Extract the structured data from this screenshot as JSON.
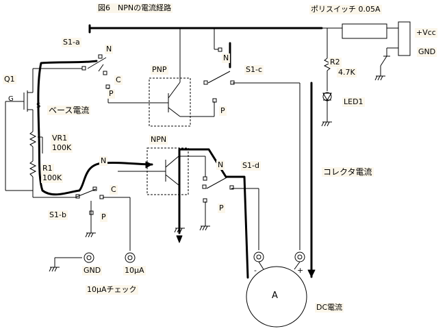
{
  "diagram": {
    "title": "図6　NPNの電流経路",
    "labels": {
      "polyswitch": "ポリスイッチ 0.05A",
      "vcc": "+Vcc",
      "gnd_supply": "GND",
      "s1a": "S1-a",
      "s1b": "S1-b",
      "s1c": "S1-c",
      "s1d": "S1-d",
      "q1": "Q1",
      "g": "G",
      "s": "S",
      "base_current": "ベース電流",
      "vr1": "VR1",
      "vr1_val": "100K",
      "r1": "R1",
      "r1_val": "100K",
      "r2": "R2",
      "r2_val": "4.7K",
      "led1": "LED1",
      "pnp": "PNP",
      "npn": "NPN",
      "collector_current": "コレクタ電流",
      "dc_current": "DC電流",
      "meter": "A",
      "minus": "-",
      "plus": "+",
      "gnd_terminal": "GND",
      "ua_terminal": "10μA",
      "check": "10μAチェック",
      "n_a": "N",
      "c_a": "C",
      "p_a": "P",
      "n_b": "N",
      "c_b": "C",
      "p_b": "P",
      "n_c": "N",
      "p_c": "P",
      "n_d": "N",
      "p_d": "P"
    },
    "colors": {
      "line": "#000000",
      "label_bg": "#fbf6ea"
    }
  }
}
